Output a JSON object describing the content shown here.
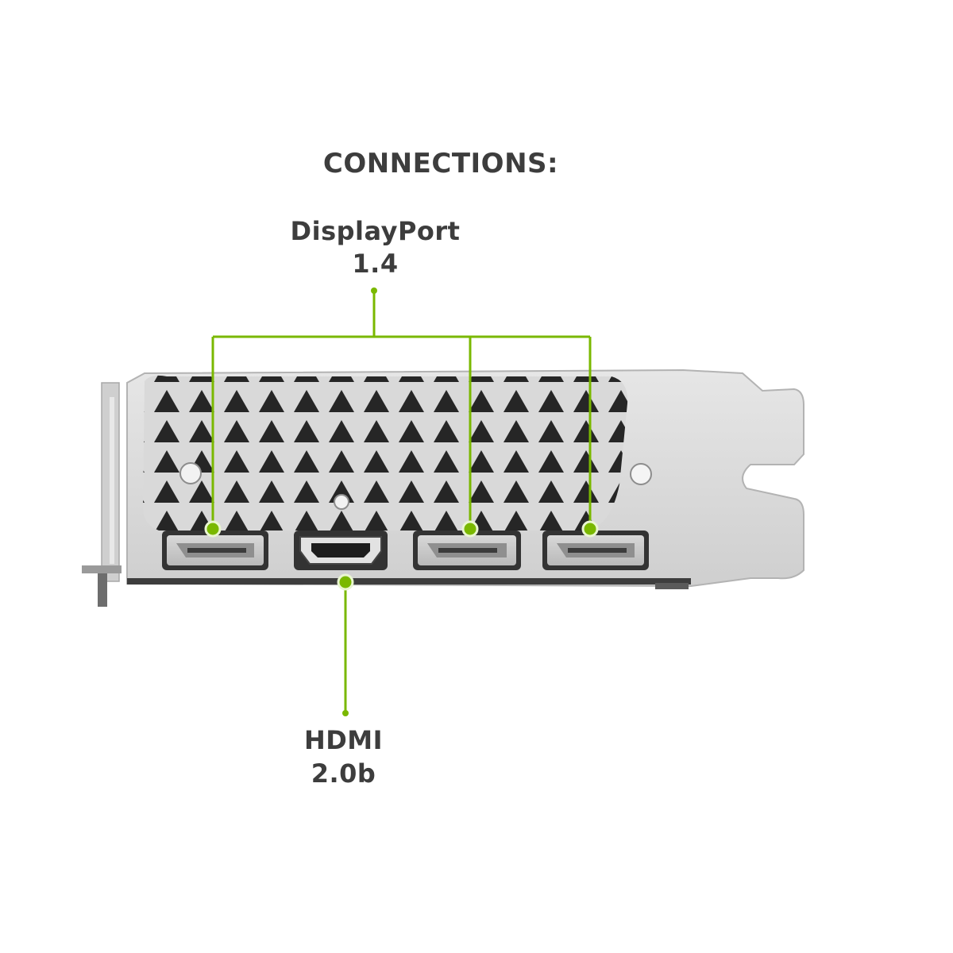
{
  "heading": "CONNECTIONS:",
  "displayport": {
    "line1": "DisplayPort",
    "line2": "1.4"
  },
  "hdmi": {
    "line1": "HDMI",
    "line2": "2.0b"
  },
  "colors": {
    "accent_green": "#7ab800",
    "text": "#3d3d3d",
    "bracket": "#d4d4d4",
    "port_fill": "#cccccc",
    "port_dark": "#2a2a2a"
  },
  "icons": {
    "bracket": "io-bracket-illustration",
    "ports": [
      "displayport-icon",
      "hdmi-icon",
      "displayport-icon",
      "displayport-icon"
    ]
  }
}
